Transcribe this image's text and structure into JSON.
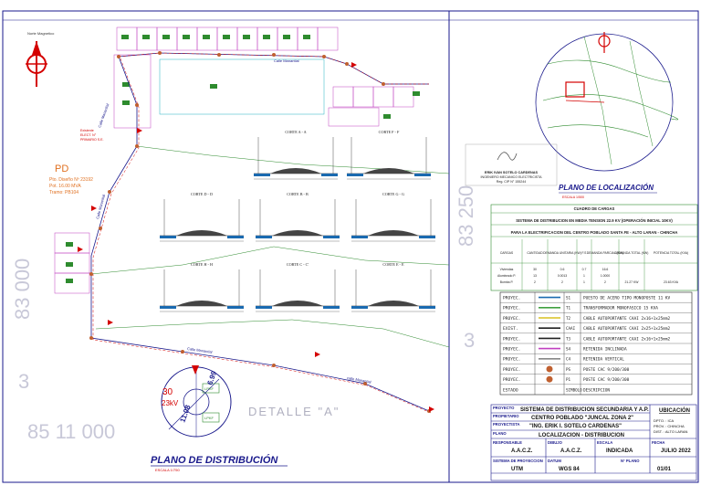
{
  "sheet": {
    "north_label": "Norte Magnetico",
    "grid_labels": [
      "83 000",
      "83 250",
      "3",
      "85 11 000",
      "3"
    ],
    "pd": {
      "title": "PD",
      "lines": [
        "Pto. Diseño Nº 23192",
        "Pot. 16.00 MVA",
        "Tramo: PB104"
      ]
    },
    "existing_note": [
      "Existente",
      "ELECT. N°",
      "PRIMARIO S.E."
    ],
    "title_distribution": "PLANO DE DISTRIBUCIÓN",
    "scale_distribution": "ESCALA 1/750",
    "title_location": "PLANO DE LOCALIZACIÓN",
    "scale_location": "ESCALA 1/500",
    "detail_label": "DETALLE \"A\"",
    "detail_texts": [
      "30",
      "23kV",
      "11.08",
      "6.99",
      "LPKF",
      "LPKF"
    ],
    "street_labels": [
      "Calle Manantial",
      "Calle Manantial",
      "Calle Manantial",
      "Calle Manantial",
      "calle Manantial"
    ]
  },
  "sections": [
    {
      "title": "CORTE A - A"
    },
    {
      "title": "CORTE F - F"
    },
    {
      "title": "CORTE D - D"
    },
    {
      "title": "CORTE B - B"
    },
    {
      "title": "CORTE G - G"
    },
    {
      "title": "CORTE H - H"
    },
    {
      "title": "CORTE C - C'"
    },
    {
      "title": "CORTE E - E"
    }
  ],
  "signature": {
    "name": "ERIK IVAN SOTELO CARDENAS",
    "role": "INGENIERO MECANICO ELECTRICISTA",
    "reg": "Reg. CIP N° 155244"
  },
  "load_table": {
    "title": "CUADRO DE CARGAS",
    "system": "SISTEMA DE DISTRIBUCION EN MEDIA TENSION 22.9 KV (OPERACIÓN INICIAL 10KV)",
    "project": "PARA LA ELECTRIFICACION DEL CENTRO POBLADO SANTA FE - ALTO LARAN - CHINCHA",
    "headers": [
      "CARGAS",
      "CANTIDAD",
      "DEMANDA UNITARIA (KW)",
      "F.S",
      "DEMANDA PARCIAL (KW)",
      "DEMANDA TOTAL (KW)",
      "POTENCIA TOTAL (KVA)"
    ],
    "rows": [
      [
        "Viviendas",
        "30",
        "0.6",
        "0.7",
        "16.6",
        "",
        ""
      ],
      [
        "Alumbrado P.",
        "13",
        "0.0013",
        "1",
        "1.0000",
        "",
        ""
      ],
      [
        "Bomba P.",
        "2",
        "2",
        "1",
        "2",
        "21.27 KW",
        "23.63 KVA"
      ]
    ]
  },
  "legend": {
    "rows": [
      {
        "status": "PROYEC.",
        "code": "S1",
        "desc": "PUESTO DE ACERO TIPO MONOPOSTE 11 KV"
      },
      {
        "status": "PROYEC.",
        "code": "T1",
        "desc": "TRANSFORMADOR MONOFASICO 15 KVA"
      },
      {
        "status": "PROYEC.",
        "code": "T2",
        "desc": "CABLE AUTOPORTANTE CAAI 2x16+1x25mm2"
      },
      {
        "status": "EXIST.",
        "code": "CAAI",
        "desc": "CABLE AUTOPORTANTE CAAI 2x25+1x25mm2"
      },
      {
        "status": "PROYEC.",
        "code": "T3",
        "desc": "CABLE AUTOPORTANTE CAAI 2x16+1x25mm2"
      },
      {
        "status": "PROYEC.",
        "code": "S4",
        "desc": "RETENIDA INCLINADA"
      },
      {
        "status": "PROYEC.",
        "code": "C4",
        "desc": "RETENIDA VERTICAL"
      },
      {
        "status": "PROYEC.",
        "code": "PS",
        "desc": "POSTE CAC 9/200/300"
      },
      {
        "status": "PROYEC.",
        "code": "P1",
        "desc": "POSTE CAC 9/200/300"
      },
      {
        "status": "ESTADO",
        "code": "SIMBOLO",
        "desc": "DESCRIPCION"
      }
    ]
  },
  "title_block": {
    "labels": [
      "PROYECTO",
      "PROPIETARIO",
      "PROYECTISTA",
      "PLANO",
      "RESPONSABLE",
      "DIBUJO",
      "ESCALA",
      "FECHA",
      "SISTEMA DE PROYECCION",
      "DATUM",
      "N° PLANO"
    ],
    "proyecto": "SISTEMA DE DISTRIBUCION SECUNDARIA Y A.P.",
    "propietario": "CENTRO POBLADO \"JUNCAL ZONA 2\"",
    "proyectista": "\"ING. ERIK I. SOTELO CARDENAS\"",
    "plano": "LOCALIZACION - DISTRIBUCION",
    "ubicacion_title": "UBICACIÓN",
    "ubicacion": [
      "DPTO. : ICA",
      "PROV. : CHINCHA",
      "DIST. : ALTO LARAN"
    ],
    "responsable": "A.A.C.Z.",
    "dibujo": "A.A.C.Z.",
    "escala": "INDICADA",
    "fecha": "JULIO 2022",
    "sistema": "UTM",
    "datum": "WGS 84",
    "lamina": "01/01"
  },
  "colors": {
    "frame": "#1a1a8c",
    "accent_red": "#d40000",
    "road_green": "#2e8b2e",
    "lot_magenta": "#c040c0",
    "lot_cyan": "#20b0c0"
  }
}
